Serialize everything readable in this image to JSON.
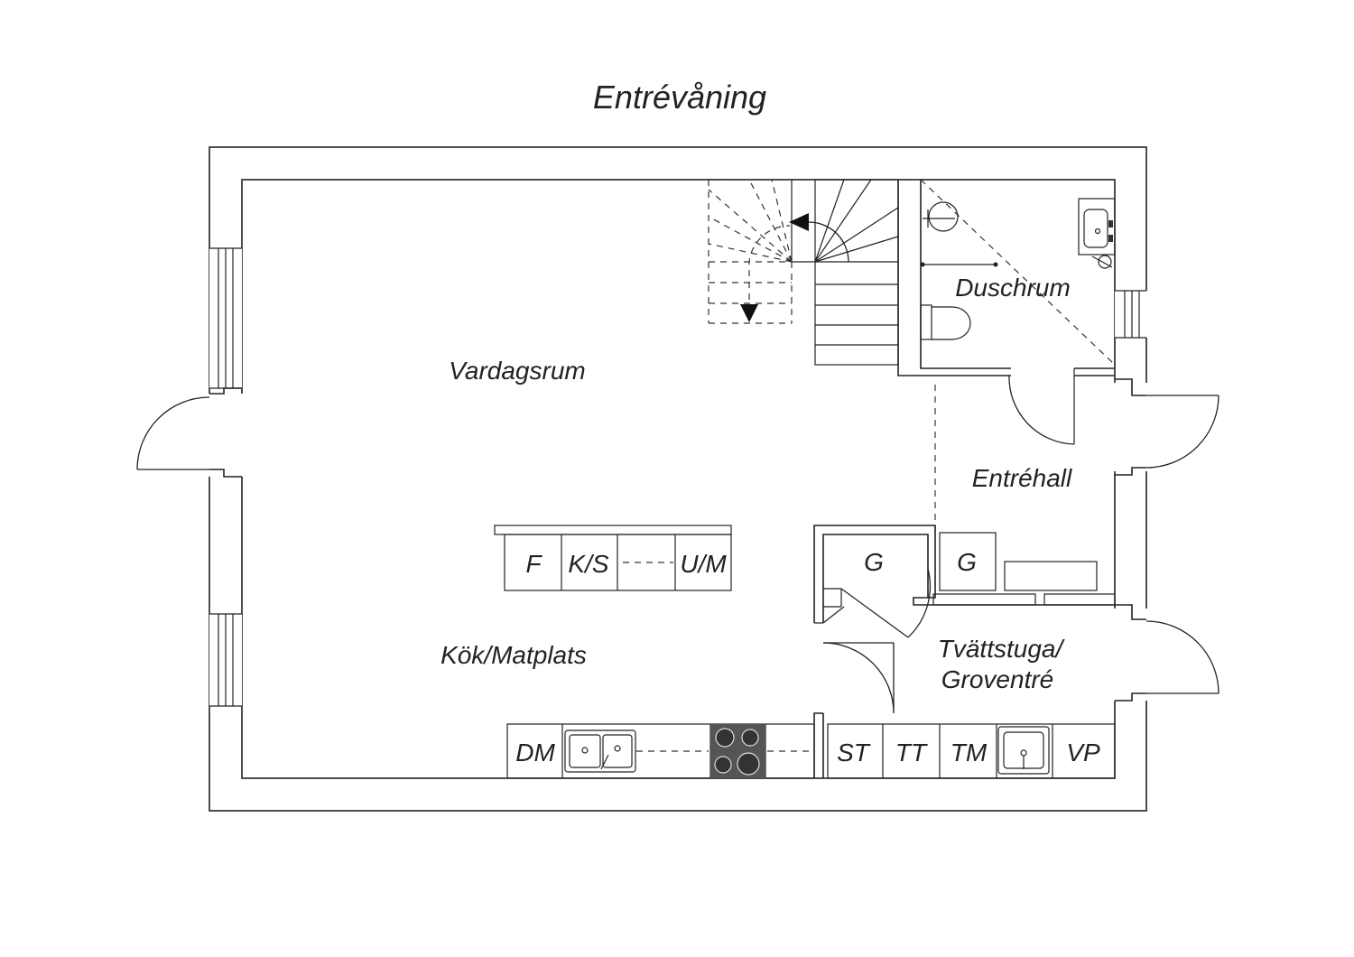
{
  "title": "Entrévåning",
  "rooms": {
    "living": "Vardagsrum",
    "bath": "Duschrum",
    "hall": "Entréhall",
    "kitchen": "Kök/Matplats",
    "laundry_line1": "Tvättstuga/",
    "laundry_line2": "Groventré"
  },
  "fixtures": {
    "island": [
      "F",
      "K/S",
      "U/M"
    ],
    "kitchen_run": [
      "DM"
    ],
    "laundry_run": [
      "ST",
      "TT",
      "TM",
      "VP"
    ],
    "wardrobe_left": "G",
    "wardrobe_right": "G"
  },
  "icons": [
    "stair-arrow-up-icon",
    "stair-arrow-down-icon",
    "sink-icon",
    "stove-icon",
    "toilet-icon",
    "shower-icon"
  ],
  "colors": {
    "line": "#222222",
    "stove": "#555555",
    "background": "#ffffff"
  }
}
